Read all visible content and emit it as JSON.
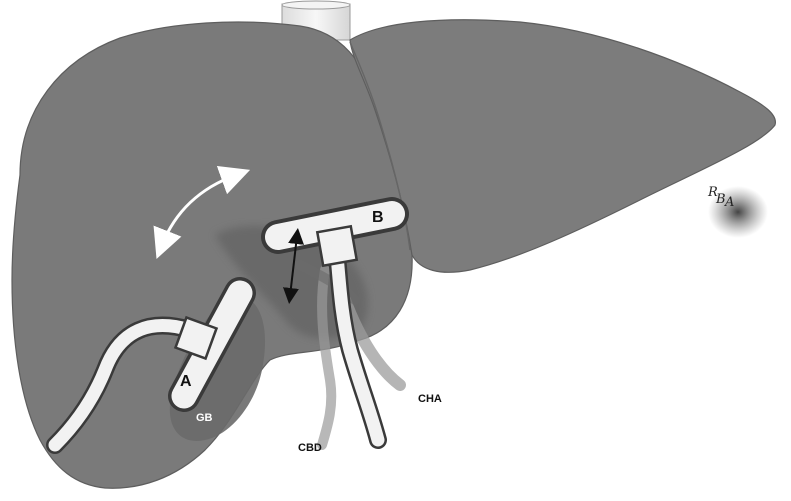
{
  "labels": {
    "retractor_a": "A",
    "retractor_b": "B",
    "gallbladder": "GB",
    "common_bile_duct": "CBD",
    "common_hepatic_artery": "CHA",
    "rba_r": "R",
    "rba_b": "B",
    "rba_a": "A"
  },
  "colors": {
    "liver": "#7a7a7a",
    "liver_edge": "#5a5a5a",
    "instrument": "#f2f2f2",
    "instrument_edge": "#3a3a3a",
    "arrow_white": "#ffffff",
    "arrow_black": "#111111"
  }
}
